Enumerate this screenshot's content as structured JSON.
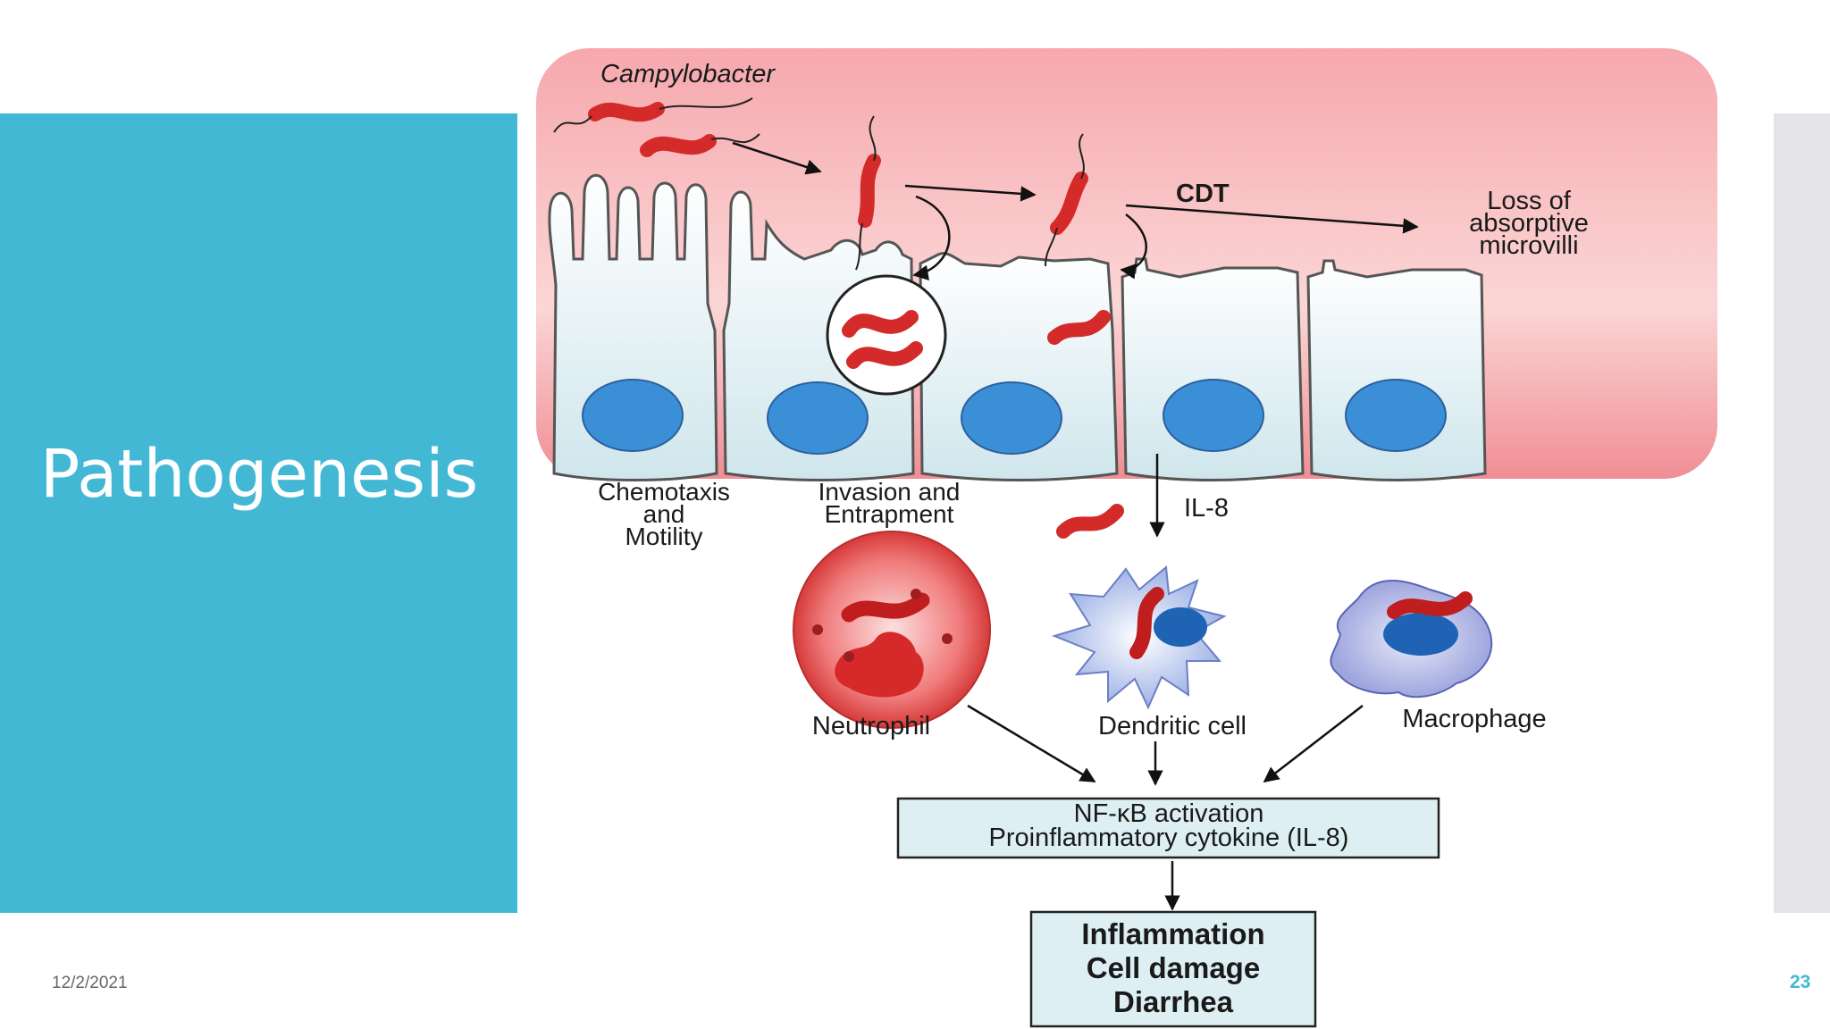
{
  "slide": {
    "title": "Pathogenesis",
    "date": "12/2/2021",
    "page_number": "23"
  },
  "diagram": {
    "bacterium_label": "Campylobacter",
    "toxin_label": "CDT",
    "microvilli_loss": [
      "Loss of",
      "absorptive",
      "microvilli"
    ],
    "stage_1": [
      "Chemotaxis",
      "and",
      "Motility"
    ],
    "stage_2": [
      "Invasion  and",
      "Entrapment"
    ],
    "cytokine_label": "IL-8",
    "immune_cells": {
      "neutrophil": "Neutrophil",
      "dendritic": "Dendritic cell",
      "macrophage": "Macrophage"
    },
    "nfkb_box": [
      "NF-κB activation",
      "Proinflammatory  cytokine  (IL-8)"
    ],
    "outcome_box": [
      "Inflammation",
      "Cell damage",
      "Diarrhea"
    ]
  },
  "colors": {
    "panel": "#42b8d5",
    "bacterium": "#d42a2a",
    "nucleus": "#3a8fd6",
    "lumen": "#f4a5aa"
  }
}
